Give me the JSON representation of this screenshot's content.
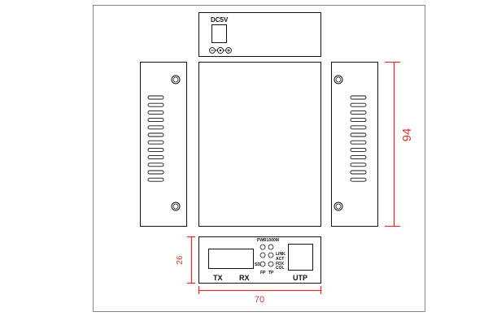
{
  "power_panel": {
    "label": "DC5V",
    "polarity_symbol": "⊖–⊙–⊕"
  },
  "front_panel": {
    "tx_label": "TX",
    "rx_label": "RX",
    "utp_label": "UTP",
    "pwr_label": "PWR1000M",
    "link_label": "LINK",
    "act_label": "ACT",
    "fdx_label": "FDX",
    "col_label": "COL",
    "sd_label": "SD",
    "fp_label": "FP",
    "tp_label": "TP"
  },
  "dimensions": {
    "height": "94",
    "panel_height": "26",
    "width": "70"
  },
  "colors": {
    "dimension": "#d9362b",
    "line": "#111111",
    "frame": "#888888"
  }
}
